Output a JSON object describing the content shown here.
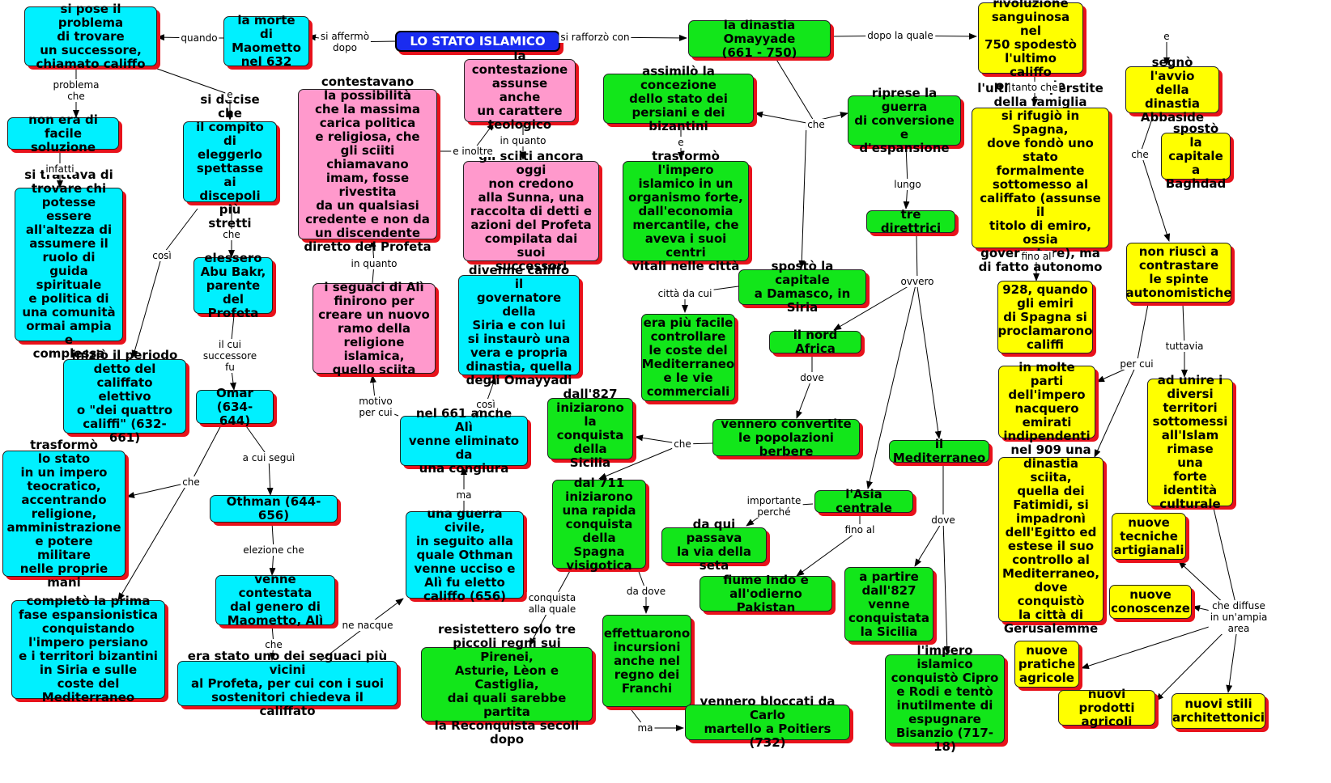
{
  "nodes": [
    {
      "id": "root",
      "color": "blue",
      "text": "LO STATO ISLAMICO"
    },
    {
      "id": "morte",
      "color": "cyan",
      "text": "la morte di\nMaometto\nnel 632"
    },
    {
      "id": "problema",
      "color": "cyan",
      "text": "si pose il problema\ndi trovare\nun successore,\nchiamato califfo"
    },
    {
      "id": "nonfacile",
      "color": "cyan",
      "text": "non era di facile\nsoluzione"
    },
    {
      "id": "trattava",
      "color": "cyan",
      "text": "si trattava di\ntrovare chi\npotesse essere\nall'altezza di\nassumere il\nruolo di\nguida spirituale\ne politica di\nuna comunità\normai ampia e\ncomplessa"
    },
    {
      "id": "decise",
      "color": "cyan",
      "text": "si decise che\nil compito di\neleggerlo\nspettasse ai\ndiscepoli più\nstretti"
    },
    {
      "id": "elessero",
      "color": "cyan",
      "text": "elessero\nAbu Bakr,\nparente\ndel Profeta"
    },
    {
      "id": "inizio",
      "color": "cyan",
      "text": "iniziò il periodo\ndetto del\ncaliffato elettivo\no \"dei quattro\ncaliffi\" (632-661)"
    },
    {
      "id": "omar",
      "color": "cyan",
      "text": "Omar\n(634-644)"
    },
    {
      "id": "trasformo",
      "color": "cyan",
      "text": "trasformò\nlo stato\nin un impero\nteocratico,\naccentrando\nreligione,\namministrazione\ne potere militare\nnelle proprie mani"
    },
    {
      "id": "completo",
      "color": "cyan",
      "text": "completò la prima\nfase espansionistica\nconquistando\nl'impero persiano\ne i territori bizantini\nin Siria e sulle\ncoste del Mediterraneo"
    },
    {
      "id": "othman",
      "color": "cyan",
      "text": "Othman (644-656)"
    },
    {
      "id": "contestata",
      "color": "cyan",
      "text": "venne contestata\ndal genero di\nMaometto, Alì"
    },
    {
      "id": "seguaci",
      "color": "cyan",
      "text": "era stato uno dei seguaci più vicini\nal Profeta, per cui con i suoi\nsostenitori chiedeva il califfato"
    },
    {
      "id": "guerra",
      "color": "cyan",
      "text": "una guerra civile,\nin seguito alla\nquale Othman\nvenne ucciso e\nAlì fu eletto\ncaliffo (656)"
    },
    {
      "id": "661",
      "color": "cyan",
      "text": "nel 661 anche Alì\nvenne eliminato da\nuna congiura"
    },
    {
      "id": "divenne",
      "color": "cyan",
      "text": "divenne califfo il\ngovernatore della\nSiria e con lui\nsi instaurò una\nvera e propria\ndinastia, quella\ndegli Omayyadi"
    },
    {
      "id": "seguacialì",
      "color": "pink",
      "text": "i seguaci di Alì\nfinirono per\ncreare un nuovo\nramo della\nreligione islamica,\nquello sciita"
    },
    {
      "id": "contestavano",
      "color": "pink",
      "text": "contestavano\nla possibilità\nche la massima\ncarica politica\ne religiosa, che\ngli sciiti chiamavano\nimam, fosse rivestita\nda un qualsiasi\ncredente e non da\nun discendente\ndiretto del Profeta"
    },
    {
      "id": "teologico",
      "color": "pink",
      "text": "la contestazione\nassunse anche\nun carattere\nteologico"
    },
    {
      "id": "sunna",
      "color": "pink",
      "text": "gli sciiti ancora oggi\nnon credono\nalla Sunna, una\nraccolta di detti e\nazioni del Profeta\ncompilata dai suoi\nsuccessori"
    },
    {
      "id": "omayyade",
      "color": "green",
      "text": "la dinastia Omayyade\n(661 - 750)"
    },
    {
      "id": "assimilo",
      "color": "green",
      "text": "assimilò la concezione\ndello stato dei\npersiani e dei bizantini"
    },
    {
      "id": "trasformoimp",
      "color": "green",
      "text": "trasformò l'impero\nislamico in un\norganismo forte,\ndall'economia\nmercantile, che\naveva i suoi centri\nvitali nelle città"
    },
    {
      "id": "riprese",
      "color": "green",
      "text": "riprese la guerra\ndi conversione e\nd'espansione"
    },
    {
      "id": "direttrici",
      "color": "green",
      "text": "tre direttrici"
    },
    {
      "id": "damasco",
      "color": "green",
      "text": "spostò la capitale\na Damasco, in Siria"
    },
    {
      "id": "facile",
      "color": "green",
      "text": "era più facile\ncontrollare\nle coste del\nMediterraneo\ne le vie\ncommerciali"
    },
    {
      "id": "nordafrica",
      "color": "green",
      "text": "il nord Africa"
    },
    {
      "id": "berbere",
      "color": "green",
      "text": "vennero convertite\nle popolazioni berbere"
    },
    {
      "id": "sicilia827",
      "color": "green",
      "text": "dall'827\niniziarono\nla conquista\ndella Sicilia"
    },
    {
      "id": "711",
      "color": "green",
      "text": "dal 711\niniziarono\nuna rapida\nconquista\ndella Spagna\nvisigotica"
    },
    {
      "id": "regni",
      "color": "green",
      "text": "resistettero solo tre\npiccoli regni sui Pirenei,\nAsturie, Lèon e Castiglia,\ndai quali sarebbe partita\nla Reconquista secoli dopo"
    },
    {
      "id": "incursioni",
      "color": "green",
      "text": "effettuarono\nincursioni\nanche nel\nregno dei\nFranchi"
    },
    {
      "id": "poitiers",
      "color": "green",
      "text": "vennero bloccati da Carlo\nmartello a Poitiers (732)"
    },
    {
      "id": "mediterraneo",
      "color": "green",
      "text": "il Mediterraneo"
    },
    {
      "id": "asia",
      "color": "green",
      "text": "l'Asia centrale"
    },
    {
      "id": "seta",
      "color": "green",
      "text": "da qui passava\nla via della seta"
    },
    {
      "id": "indo",
      "color": "green",
      "text": "fiume Indo e\nall'odierno Pakistan"
    },
    {
      "id": "apartire",
      "color": "green",
      "text": "a partire\ndall'827\nvenne\nconquistata\nla Sicilia"
    },
    {
      "id": "cipro",
      "color": "green",
      "text": "l'impero islamico\nconquistò Cipro\ne Rodi e tentò\ninutilmente di\nespugnare\nBisanzio (717-18)"
    },
    {
      "id": "rivoluzione",
      "color": "yellow",
      "text": "una rivoluzione\nsanguinosa nel\n750 spodestò\nl'ultimo califfo\nomayyade"
    },
    {
      "id": "superstite",
      "color": "yellow",
      "text": "l'ultimo superstite\ndella famiglia\nsi rifugiò in Spagna,\ndove fondò uno\nstato formalmente\nsottomesso al\ncaliffato (assunse il\ntitolo di emiro, ossia\ngovernatore), ma\ndi fatto autonomo"
    },
    {
      "id": "928",
      "color": "yellow",
      "text": "928, quando\ngli emiri\ndi Spagna si\nproclamarono\ncaliffi"
    },
    {
      "id": "abbaside",
      "color": "yellow",
      "text": "segnò l'avvio\ndella dinastia\nAbbaside"
    },
    {
      "id": "baghdad",
      "color": "yellow",
      "text": "spostò la\ncapitale a\nBaghdad"
    },
    {
      "id": "noriusci",
      "color": "yellow",
      "text": "non riuscì a\ncontrastare\nle spinte\nautonomistiche"
    },
    {
      "id": "emirati",
      "color": "yellow",
      "text": "in molte parti\ndell'impero\nnacquero\nemirati\nindipendenti"
    },
    {
      "id": "909",
      "color": "yellow",
      "text": "nel 909 una\ndinastia sciita,\nquella dei\nFatimidi, si\nimpadronì\ndell'Egitto ed\nestese il suo\ncontrollo al\nMediterraneo,\ndove conquistò\nla città di\nGerusalemme"
    },
    {
      "id": "unire",
      "color": "yellow",
      "text": "ad unire i\ndiversi\nterritori\nsottomessi\nall'Islam\nrimase una\nforte\nidentità\nculturale"
    },
    {
      "id": "tecniche",
      "color": "yellow",
      "text": "nuove\ntecniche\nartigianali"
    },
    {
      "id": "conoscenze",
      "color": "yellow",
      "text": "nuove\nconoscenze"
    },
    {
      "id": "pratiche",
      "color": "yellow",
      "text": "nuove\npratiche\nagricole"
    },
    {
      "id": "prodotti",
      "color": "yellow",
      "text": "nuovi prodotti\nagricoli"
    },
    {
      "id": "stili",
      "color": "yellow",
      "text": "nuovi stili\narchitettonici"
    }
  ],
  "links": [
    {
      "id": "l1",
      "text": "si affermò\ndopo"
    },
    {
      "id": "l2",
      "text": "quando"
    },
    {
      "id": "l3",
      "text": "problema\nche"
    },
    {
      "id": "l4",
      "text": "infatti"
    },
    {
      "id": "l5",
      "text": "e"
    },
    {
      "id": "l6",
      "text": "che"
    },
    {
      "id": "l7",
      "text": "così"
    },
    {
      "id": "l8",
      "text": "il cui\nsuccessore\nfu"
    },
    {
      "id": "l9",
      "text": "che"
    },
    {
      "id": "l10",
      "text": "a cui seguì"
    },
    {
      "id": "l11",
      "text": "elezione che"
    },
    {
      "id": "l12",
      "text": "che"
    },
    {
      "id": "l13",
      "text": "ne nacque"
    },
    {
      "id": "l14",
      "text": "ma"
    },
    {
      "id": "l15",
      "text": "così"
    },
    {
      "id": "l16",
      "text": "motivo\nper cui"
    },
    {
      "id": "l17",
      "text": "in quanto"
    },
    {
      "id": "l18",
      "text": "e inoltre"
    },
    {
      "id": "l19",
      "text": "in quanto"
    },
    {
      "id": "l20",
      "text": "si rafforzò con"
    },
    {
      "id": "l21",
      "text": "dopo la quale"
    },
    {
      "id": "l22",
      "text": "che"
    },
    {
      "id": "l23",
      "text": "e"
    },
    {
      "id": "l24",
      "text": "lungo"
    },
    {
      "id": "l25",
      "text": "città da cui"
    },
    {
      "id": "l26",
      "text": "ovvero"
    },
    {
      "id": "l27",
      "text": "dove"
    },
    {
      "id": "l28",
      "text": "che"
    },
    {
      "id": "l29",
      "text": "conquista\nalla quale"
    },
    {
      "id": "l30",
      "text": "da dove"
    },
    {
      "id": "l31",
      "text": "ma"
    },
    {
      "id": "l32",
      "text": "importante\nperché"
    },
    {
      "id": "l33",
      "text": "fino al"
    },
    {
      "id": "l34",
      "text": "dove"
    },
    {
      "id": "l35",
      "text": "e"
    },
    {
      "id": "l36",
      "text": "tanto che"
    },
    {
      "id": "l37",
      "text": "fino al"
    },
    {
      "id": "l38",
      "text": "che"
    },
    {
      "id": "l39",
      "text": "per cui"
    },
    {
      "id": "l40",
      "text": "tuttavia"
    },
    {
      "id": "l41",
      "text": "che diffuse\nin un'ampia\narea"
    }
  ]
}
